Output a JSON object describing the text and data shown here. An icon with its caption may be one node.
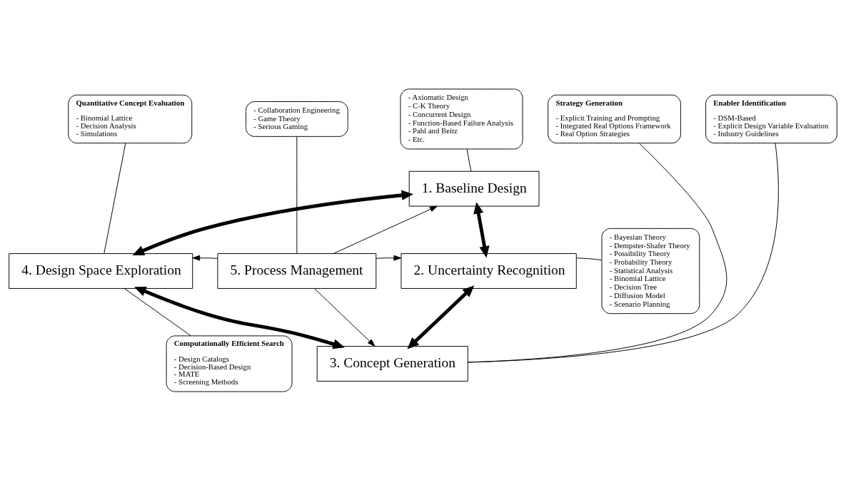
{
  "diagram": {
    "nodes": [
      {
        "text": [
          "1. Baseline Design"
        ]
      },
      {
        "text": [
          "2. Uncertainty Recognition"
        ]
      },
      {
        "text": [
          "3. Concept Generation"
        ]
      },
      {
        "text": [
          "4. Design Space Exploration"
        ]
      },
      {
        "text": [
          "5. Process Management"
        ]
      },
      {
        "text": [
          "- Collaboration Engineering",
          "- Game Theory",
          "- Serious Gaming"
        ]
      },
      {
        "text": [
          "- Axiomatic Design",
          "- C-K Theory",
          "- Concurrent Design",
          "- Function-Based Failure Analysis",
          "- Pahl and Beitz",
          "- Etc."
        ]
      },
      {
        "text": [
          "Quantitative Concept Evaluation",
          "- Binomial Lattice",
          "- Decision Analysis",
          "- Simulations"
        ]
      },
      {
        "text": [
          "- Bayesian Theory",
          "- Dempster-Shafer Theory",
          "- Possibility Theory",
          "- Probability Theory",
          "- Statistical Analysis",
          "- Binomial Lattice",
          "- Decision Tree",
          "- Diffusion Model",
          "- Scenario Planning"
        ]
      },
      {
        "text": [
          "Computationally Efficient Search",
          "- Design Catalogs",
          "- Decision-Based Design",
          "- MATE",
          "- Screening Methods"
        ]
      },
      {
        "text": [
          "Strategy Generation",
          "- Explicit Training and Prompting",
          "- Integrated Real Options Framework",
          "- Real Option Strategies"
        ]
      },
      {
        "text": [
          "Enabler Identification",
          "- DSM-Based",
          "- Explicit Design Variable Evaluation",
          "- Industry Guidelines"
        ]
      }
    ],
    "edges": [
      {
        "from": 0,
        "to": 1,
        "arrow": "both",
        "style": "thick"
      },
      {
        "from": 1,
        "to": 2,
        "arrow": "both",
        "style": "thick"
      },
      {
        "from": 2,
        "to": 3,
        "arrow": "both",
        "style": "thick"
      },
      {
        "from": 3,
        "to": 0,
        "arrow": "both",
        "style": "thick"
      },
      {
        "from": 4,
        "to": 0,
        "arrow": "to"
      },
      {
        "from": 4,
        "to": 1,
        "arrow": "to"
      },
      {
        "from": 4,
        "to": 2,
        "arrow": "to"
      },
      {
        "from": 4,
        "to": 3,
        "arrow": "to"
      },
      {
        "from": 5,
        "to": 4,
        "arrow": "none"
      },
      {
        "from": 6,
        "to": 0,
        "arrow": "none"
      },
      {
        "from": 7,
        "to": 3,
        "arrow": "none"
      },
      {
        "from": 8,
        "to": 1,
        "arrow": "none"
      },
      {
        "from": 9,
        "to": 3,
        "arrow": "none"
      },
      {
        "from": 10,
        "to": 2,
        "arrow": "none"
      },
      {
        "from": 11,
        "to": 2,
        "arrow": "none"
      }
    ]
  }
}
